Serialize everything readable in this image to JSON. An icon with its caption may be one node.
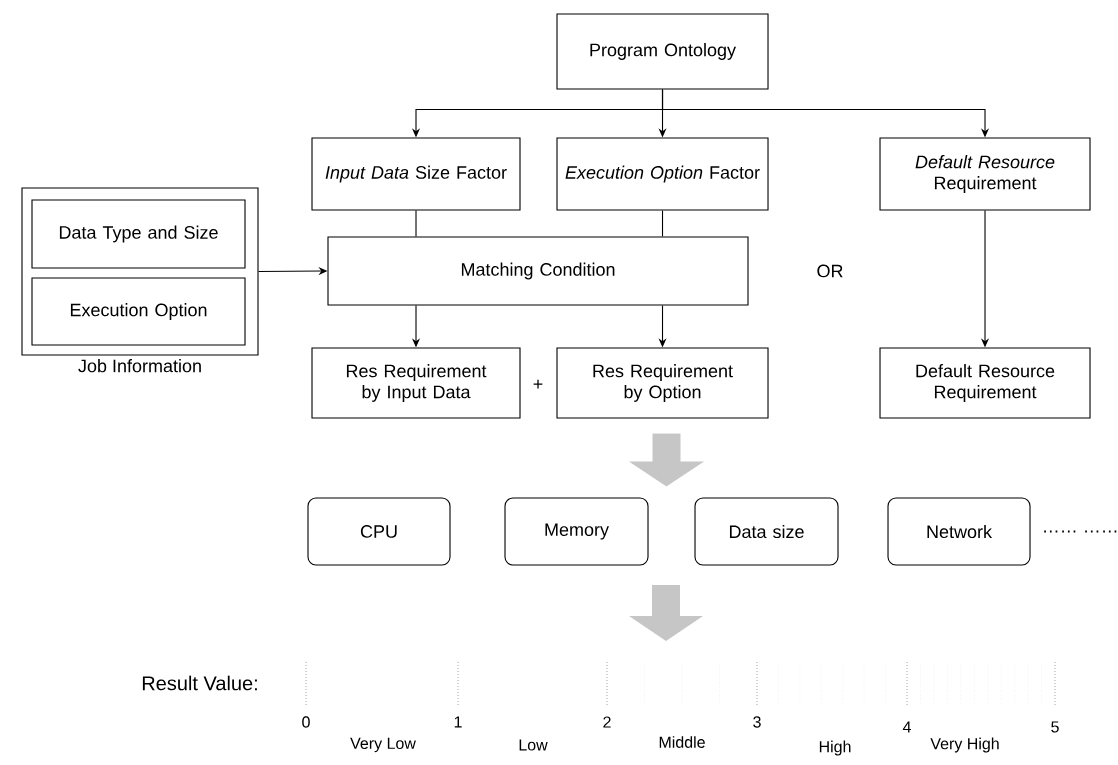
{
  "diagram": {
    "nodes": [
      {
        "text": [
          "Program Ontology"
        ]
      },
      {
        "text": [
          "*Input Data* Size Factor"
        ]
      },
      {
        "text": [
          "*Execution Option* Factor"
        ]
      },
      {
        "text": [
          "*Default Resource* Requirement"
        ]
      },
      {
        "text": [
          "Job Information"
        ]
      },
      {
        "text": [
          "Data Type and Size"
        ],
        "in": 4
      },
      {
        "text": [
          "Execution Option"
        ],
        "in": 4
      },
      {
        "text": [
          "Matching Condition"
        ]
      },
      {
        "text": [
          "Res Requirement by Input Data"
        ]
      },
      {
        "text": [
          "Res Requirement by Option"
        ]
      },
      {
        "text": [
          "Default Resource Requirement"
        ]
      },
      {
        "text": [
          "CPU"
        ]
      },
      {
        "text": [
          "Memory"
        ]
      },
      {
        "text": [
          "Data size"
        ]
      },
      {
        "text": [
          "Network"
        ],
        "beside": [
          "…… ……"
        ]
      }
    ],
    "edges": [
      {
        "from": 0,
        "to": 1,
        "arrow": "to"
      },
      {
        "from": 0,
        "to": 2,
        "arrow": "to"
      },
      {
        "from": 0,
        "to": 3,
        "arrow": "to"
      },
      {
        "from": 1,
        "to": 7,
        "arrow": "none"
      },
      {
        "from": 2,
        "to": 7,
        "arrow": "none"
      },
      {
        "from": 4,
        "to": 7,
        "arrow": "to"
      },
      {
        "from": 7,
        "to": 8,
        "arrow": "to"
      },
      {
        "from": 7,
        "to": 9,
        "arrow": "to"
      },
      {
        "from": 3,
        "to": 10,
        "arrow": "to"
      },
      {
        "from": 9,
        "to": 12,
        "arrow": "to",
        "style": "thick",
        "color": "#c6c6c6"
      }
    ],
    "labels": [
      "OR",
      "+",
      "Result Value:",
      "0",
      "1",
      "2",
      "3",
      "4",
      "5",
      "Very Low",
      "Low",
      "Middle",
      "High",
      "Very High"
    ]
  }
}
